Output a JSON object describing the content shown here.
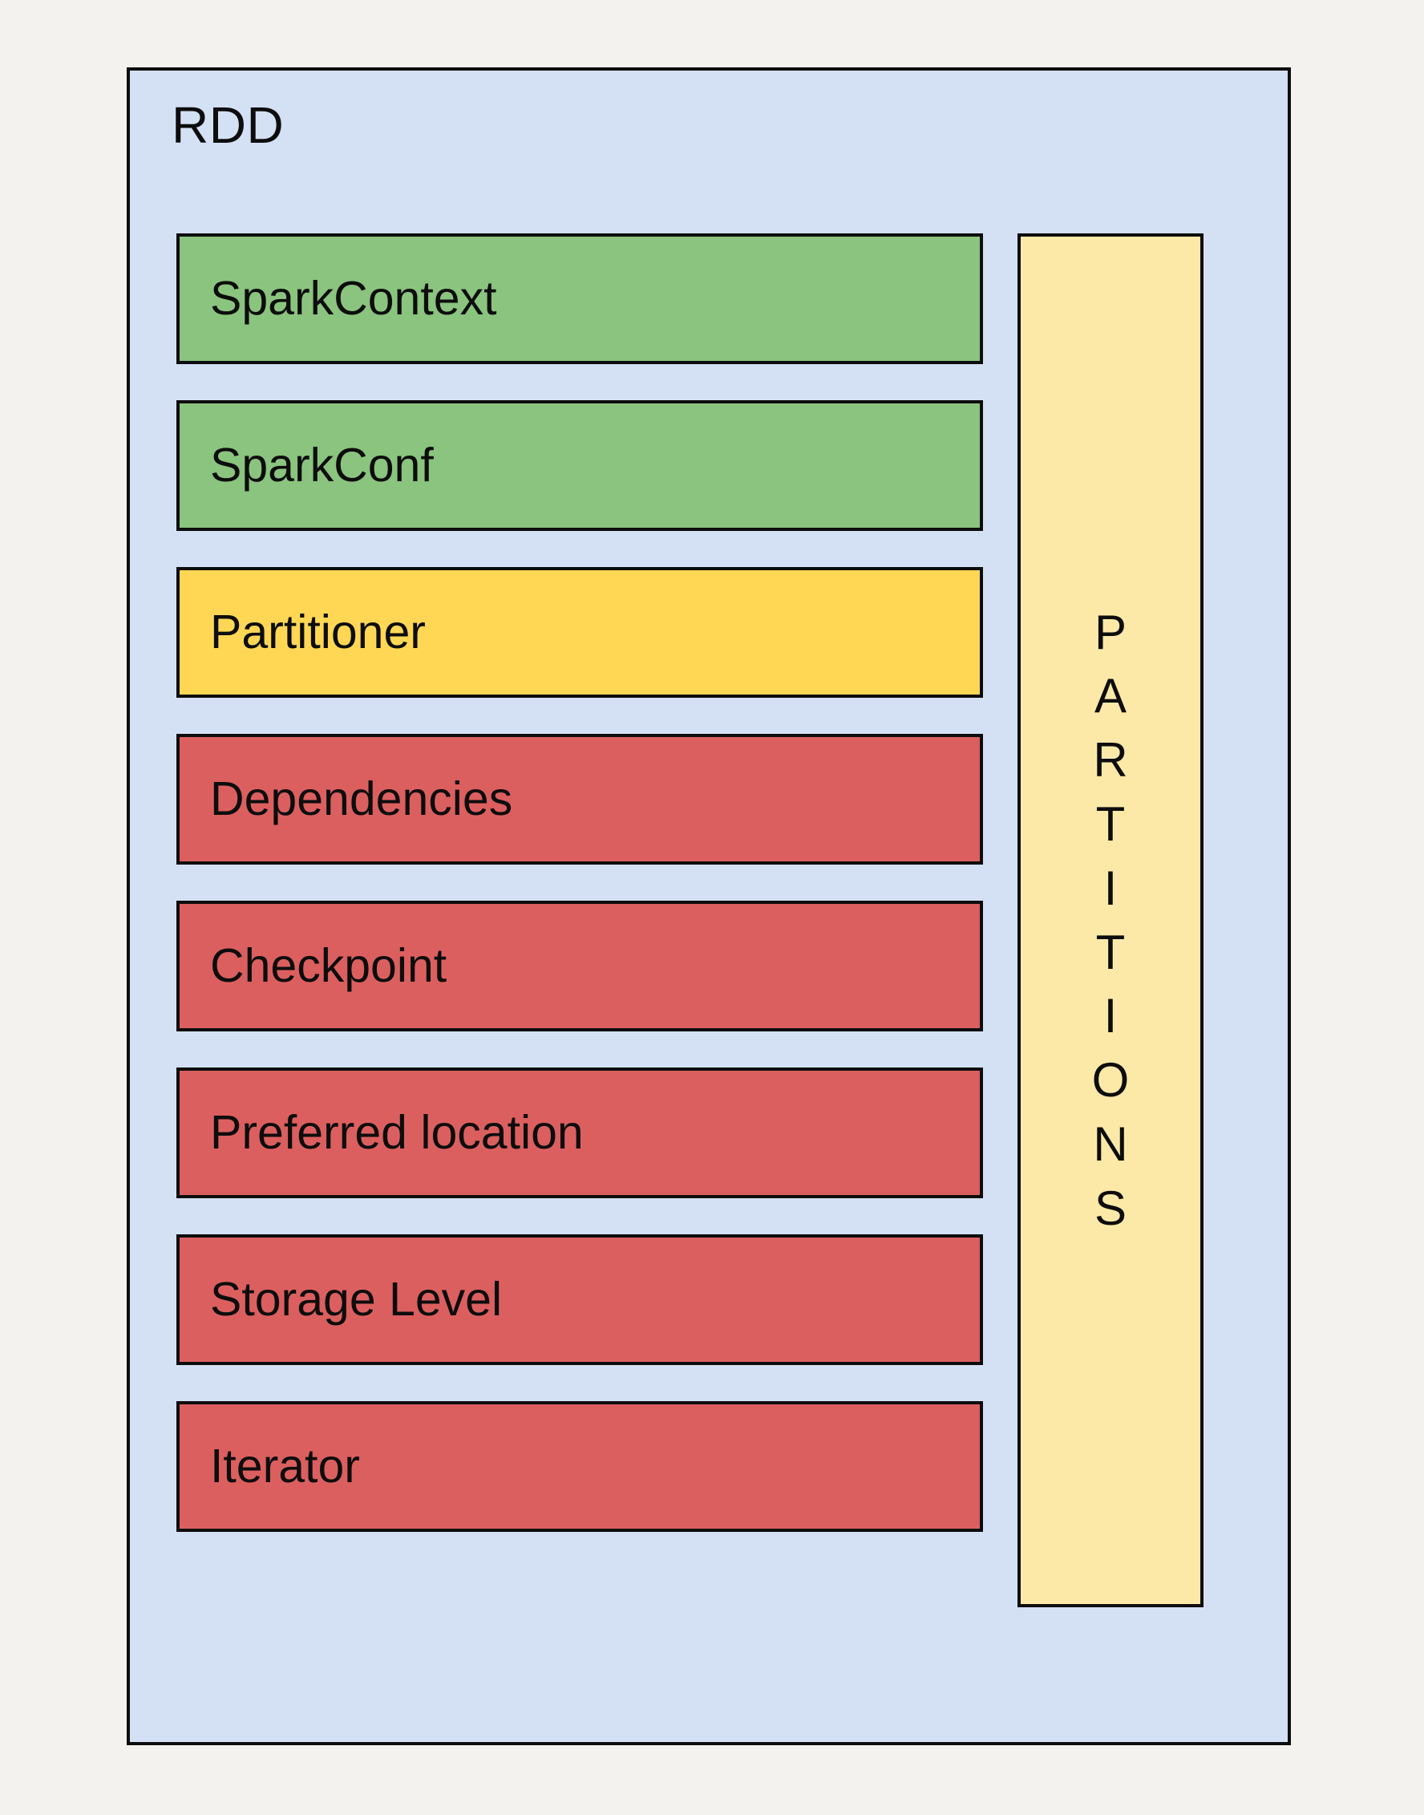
{
  "diagram": {
    "title": "RDD",
    "background_color": "#f4f2ee",
    "container_fill": "#d4e1f4",
    "border_color": "#0d0d0d",
    "attributes": [
      {
        "label": "SparkContext",
        "color": "#8ac47e",
        "color_name": "green"
      },
      {
        "label": "SparkConf",
        "color": "#8ac47e",
        "color_name": "green"
      },
      {
        "label": "Partitioner",
        "color": "#ffd755",
        "color_name": "yellow"
      },
      {
        "label": "Dependencies",
        "color": "#dc5f5f",
        "color_name": "red"
      },
      {
        "label": "Checkpoint",
        "color": "#dc5f5f",
        "color_name": "red"
      },
      {
        "label": "Preferred location",
        "color": "#dc5f5f",
        "color_name": "red"
      },
      {
        "label": "Storage Level",
        "color": "#dc5f5f",
        "color_name": "red"
      },
      {
        "label": "Iterator",
        "color": "#dc5f5f",
        "color_name": "red"
      }
    ],
    "partitions": {
      "label": "PARTITIONS",
      "color": "#fce9a8",
      "letters": [
        "P",
        "A",
        "R",
        "T",
        "I",
        "T",
        "I",
        "O",
        "N",
        "S"
      ]
    }
  }
}
